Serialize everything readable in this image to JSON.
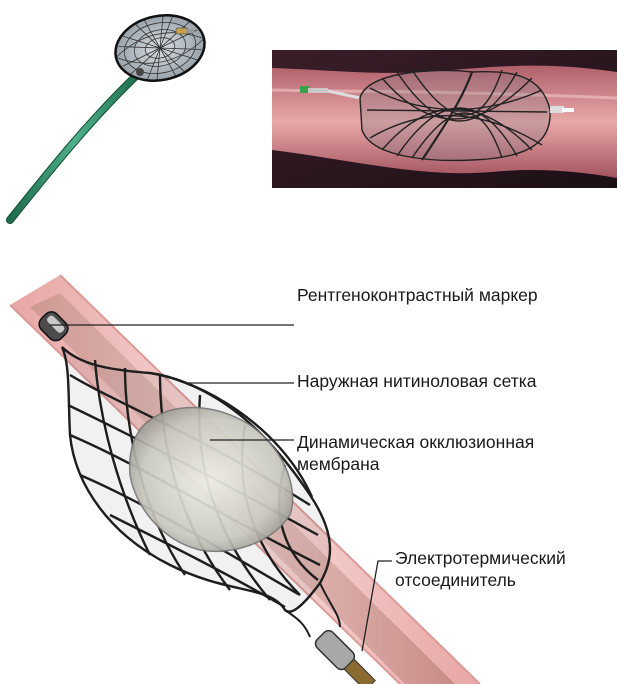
{
  "labels": {
    "radiopaque_marker": "Рентгеноконтрастный маркер",
    "outer_nitinol_mesh": "Наружная нитиноловая сетка",
    "occlusion_membrane_line1": "Динамическая окклюзионная",
    "occlusion_membrane_line2": "мембрана",
    "detacher_line1": "Электротермический",
    "detacher_line2": "отсоединитель"
  },
  "colors": {
    "vessel_wall": "#f2c6c4",
    "vessel_inner": "#c98e8a",
    "mesh": "#2a2a2a",
    "membrane": "#dcdcd2",
    "catheter_green": "#2f8a66"
  }
}
